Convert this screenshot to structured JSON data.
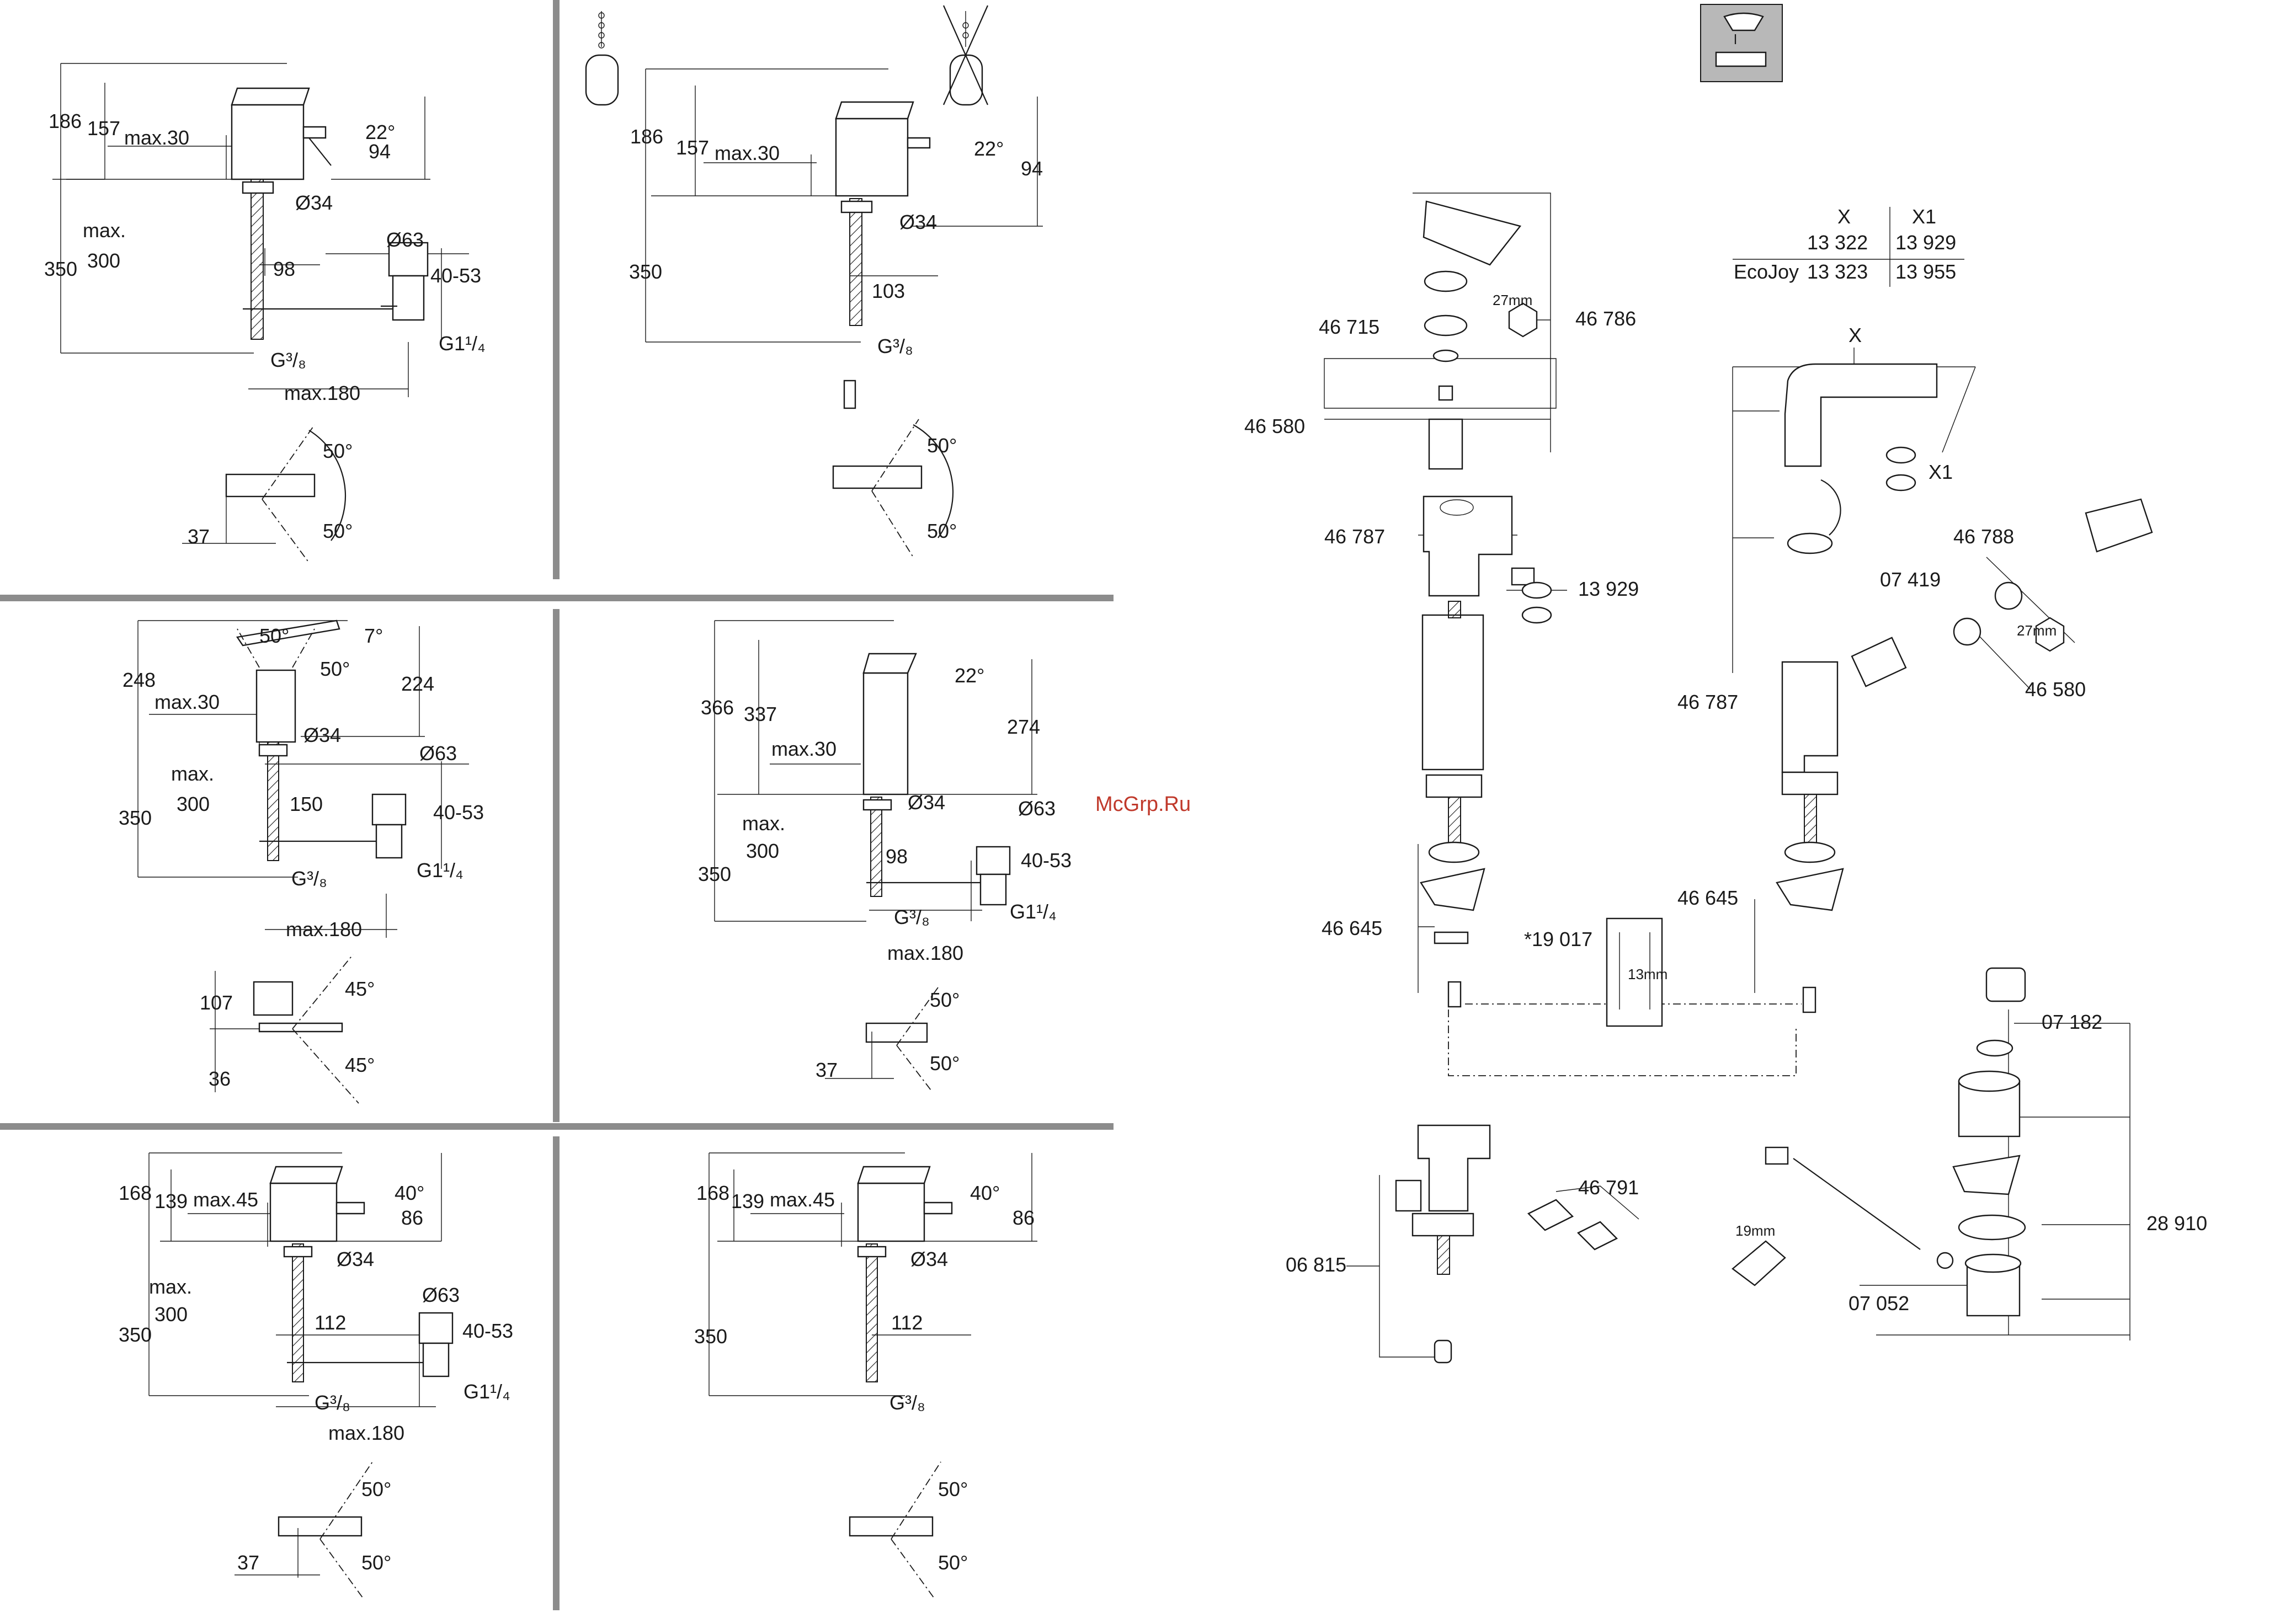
{
  "watermark": "McGrp.Ru",
  "panels": {
    "p1": {
      "dims": [
        "186",
        "157",
        "max.30",
        "22°",
        "94",
        "Ø34",
        "max.",
        "300",
        "350",
        "98",
        "Ø63",
        "40-53",
        "G1¹/₄",
        "G³/₈",
        "max.180",
        "50°",
        "50°",
        "37"
      ]
    },
    "p2": {
      "dims": [
        "186",
        "157",
        "max.30",
        "22°",
        "94",
        "Ø34",
        "350",
        "103",
        "G³/₈",
        "50°",
        "50°"
      ]
    },
    "p3": {
      "dims": [
        "248",
        "50°",
        "7°",
        "50°",
        "224",
        "max.30",
        "Ø34",
        "Ø63",
        "max.",
        "300",
        "350",
        "150",
        "40-53",
        "G³/₈",
        "G1¹/₄",
        "max.180",
        "107",
        "45°",
        "36",
        "45°"
      ]
    },
    "p4": {
      "dims": [
        "366",
        "337",
        "22°",
        "274",
        "max.30",
        "Ø34",
        "Ø63",
        "max.",
        "300",
        "350",
        "98",
        "40-53",
        "G³/₈",
        "G1¹/₄",
        "max.180",
        "50°",
        "37",
        "50°"
      ]
    },
    "p5": {
      "dims": [
        "168",
        "139",
        "max.45",
        "40°",
        "86",
        "Ø34",
        "max.",
        "300",
        "350",
        "112",
        "Ø63",
        "40-53",
        "G³/₈",
        "G1¹/₄",
        "max.180",
        "50°",
        "37",
        "50°"
      ]
    },
    "p6": {
      "dims": [
        "168",
        "139",
        "max.45",
        "40°",
        "86",
        "Ø34",
        "350",
        "112",
        "G³/₈",
        "50°",
        "50°"
      ]
    }
  },
  "table": {
    "col_x": "X",
    "col_x1": "X1",
    "rows": [
      {
        "label": "",
        "x": "13 322",
        "x1": "13 929"
      },
      {
        "label": "EcoJoy",
        "x": "13 323",
        "x1": "13 955"
      }
    ]
  },
  "parts": {
    "left": [
      "46 715",
      "27mm",
      "46 786",
      "46 580",
      "46 787",
      "13 929",
      "46 645",
      "*19 017",
      "13mm",
      "06 815",
      "46 791"
    ],
    "right": [
      "X",
      "X1",
      "46 788",
      "07 419",
      "27mm",
      "46 580",
      "46 787",
      "46 645",
      "07 182",
      "28 910",
      "19mm",
      "07 052"
    ]
  },
  "icons": [
    "chain-plug-icon",
    "no-chain-plug-icon",
    "lever-handle-icon"
  ]
}
